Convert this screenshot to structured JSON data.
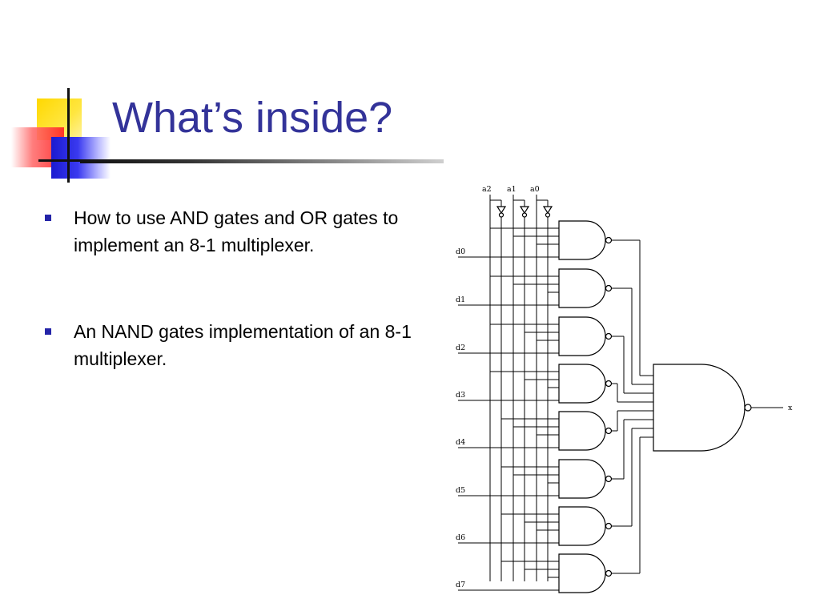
{
  "slide": {
    "title": "What’s inside?",
    "bullets": [
      {
        "text": "How to use AND gates and OR gates to implement an 8-1 multiplexer."
      },
      {
        "text": "An NAND gates implementation of an 8-1 multiplexer."
      }
    ]
  },
  "diagram": {
    "select_labels": [
      "a2",
      "a1",
      "a0"
    ],
    "data_labels": [
      "d0",
      "d1",
      "d2",
      "d3",
      "d4",
      "d5",
      "d6",
      "d7"
    ],
    "output_label": "x"
  },
  "colors": {
    "title": "#333399",
    "bullet": "#2424a8"
  }
}
